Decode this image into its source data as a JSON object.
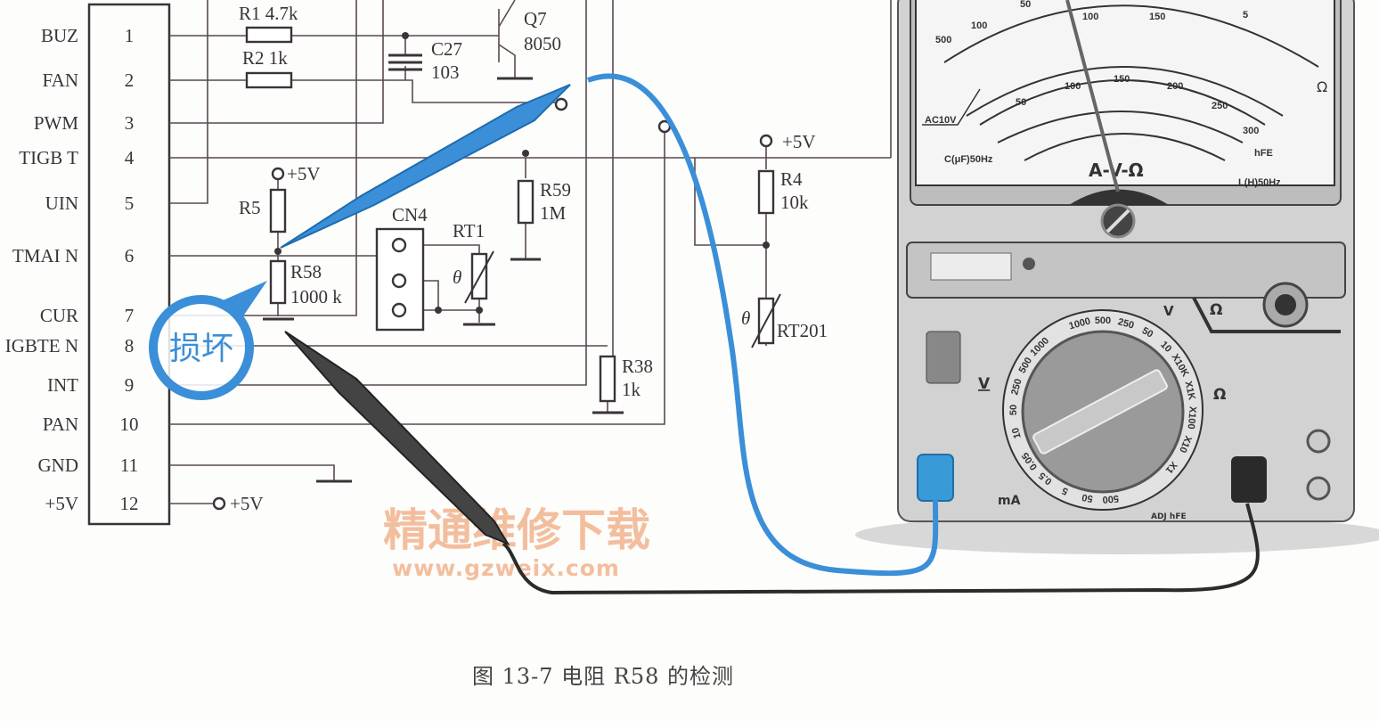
{
  "ic": {
    "pins": [
      {
        "num": "1",
        "name": "BUZ"
      },
      {
        "num": "2",
        "name": "FAN"
      },
      {
        "num": "3",
        "name": "PWM"
      },
      {
        "num": "4",
        "name": "TIGB T"
      },
      {
        "num": "5",
        "name": "UIN"
      },
      {
        "num": "6",
        "name": "TMAI N"
      },
      {
        "num": "7",
        "name": "CUR"
      },
      {
        "num": "8",
        "name": "IGBTE N"
      },
      {
        "num": "9",
        "name": "INT"
      },
      {
        "num": "10",
        "name": "PAN"
      },
      {
        "num": "11",
        "name": "GND"
      },
      {
        "num": "12",
        "name": "+5V"
      }
    ]
  },
  "components": {
    "r1": "R1 4.7k",
    "r2": "R2 1k",
    "c27_name": "C27",
    "c27_value": "103",
    "q7_name": "Q7",
    "q7_value": "8050",
    "r5": "R5",
    "r58_name": "R58",
    "r58_value": "1000 k",
    "cn4": "CN4",
    "rt1": "RT1",
    "r59_name": "R59",
    "r59_value": "1M",
    "r4_name": "R4",
    "r4_value": "10k",
    "rt201": "RT201",
    "r38_name": "R38",
    "r38_value": "1k",
    "theta": "θ",
    "vcc_r5": "+5V",
    "vcc_r4": "+5V",
    "vcc_pin12": "+5V"
  },
  "callout": {
    "text": "损坏"
  },
  "watermark": {
    "title": "精通维修下载",
    "url": "www.gzweix.com"
  },
  "multimeter": {
    "scale_label": "A-V-Ω",
    "ac10v": "AC10V",
    "cap_label": "C(μF)50Hz",
    "ind_label": "L(H)50Hz",
    "hfe_label": "hFE",
    "ohm_symbol": "Ω",
    "top_numbers": [
      "500",
      "100",
      "50",
      "100",
      "150",
      "5"
    ],
    "mid_numbers": [
      "50",
      "100",
      "150",
      "200",
      "250",
      "300"
    ],
    "dial": {
      "v_dc_label": "V",
      "v_ac_label": "V",
      "ohm_label": "Ω",
      "ma_label": "mA",
      "v_ranges": [
        "1000",
        "500",
        "250",
        "50",
        "10"
      ],
      "v_dc_ranges": [
        "1000",
        "500",
        "250",
        "50",
        "10"
      ],
      "ohm_ranges": [
        "X10K",
        "X1K",
        "X100",
        "X10",
        "X1"
      ],
      "ma_ranges": [
        "0.05",
        "0.5",
        "5",
        "50",
        "500"
      ],
      "misc": "ADJ hFE"
    },
    "knob_label": "Ω"
  },
  "caption": "图 13-7   电阻 R58 的检测",
  "colors": {
    "probe_blue": "#3a8fd8",
    "probe_black": "#2b2b2b",
    "watermark": "#f2b48e"
  }
}
